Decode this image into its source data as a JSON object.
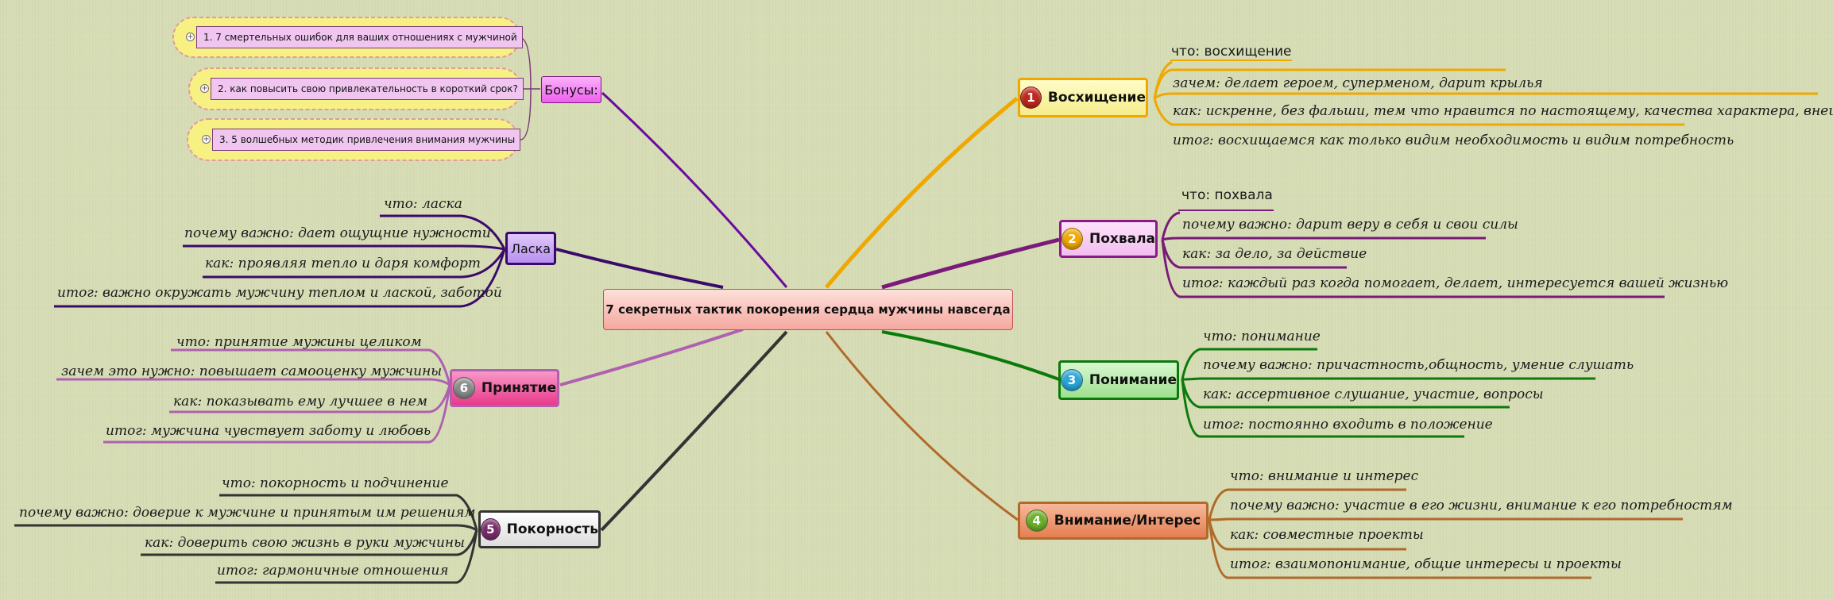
{
  "central": "7 секретных тактик покорения сердца мужчины навсегда",
  "branches": {
    "admiration": {
      "num": "1",
      "label": "Восхищение",
      "color": "#f0a800",
      "what": "что: восхищение",
      "items": [
        "зачем: делает героем, суперменом, дарит крылья",
        "как: искренне, без фальши, тем что нравится по настоящему, качества характера, внешность",
        "итог: восхищаемся как только видим необходимость и видим потребность"
      ]
    },
    "praise": {
      "num": "2",
      "label": "Похвала",
      "color": "#7a1a7a",
      "what": "что: похвала",
      "items": [
        "почему важно: дарит веру в себя и свои силы",
        "как: за дело, за действие",
        "итог: каждый раз когда помогает, делает, интересуется вашей жизнью"
      ]
    },
    "understanding": {
      "num": "3",
      "label": "Понимание",
      "color": "#0a7a0a",
      "items": [
        "что: понимание",
        "почему важно: причастность,общность, умение слушать",
        "как: ассертивное слушание, участие, вопросы",
        "итог: постоянно входить в положение"
      ]
    },
    "attention": {
      "num": "4",
      "label": "Внимание/Интерес",
      "color": "#b06a2a",
      "items": [
        "что: внимание и интерес",
        "почему важно: участие в его жизни, внимание к его потребностям",
        "как: совместные проекты",
        "итог: взаимопонимание, общие интересы и проекты"
      ]
    },
    "submission": {
      "num": "5",
      "label": "Покорность",
      "color": "#333333",
      "items": [
        "что: покорность и подчинение",
        "почему важно: доверие к мужчине и принятым им решениям",
        "как: доверить свою жизнь в руки мужчины",
        "итог: гармоничные отношения"
      ]
    },
    "acceptance": {
      "num": "6",
      "label": "Принятие",
      "color": "#b060b0",
      "items": [
        "что: принятие мужины целиком",
        "зачем это нужно: повышает самооценку мужчины",
        "как: показывать ему лучшее в нем",
        "итог: мужчина чувствует заботу и любовь"
      ]
    },
    "caress": {
      "label": "Ласка",
      "color": "#3a0a6a",
      "items": [
        "что: ласка",
        "почему важно: дает ощущние нужности",
        "как: проявляя тепло и даря комфорт",
        "итог: важно окружать мужчину теплом и лаской, заботой"
      ]
    },
    "bonuses": {
      "label": "Бонусы:",
      "color": "#6a0aa0",
      "items": [
        "1. 7 смертельных ошибок для ваших отношениях с мужчиной",
        "2. как повысить свою привлекательность в короткий срок?",
        "3. 5 волшебных методик привлечения внимания мужчины"
      ]
    }
  }
}
